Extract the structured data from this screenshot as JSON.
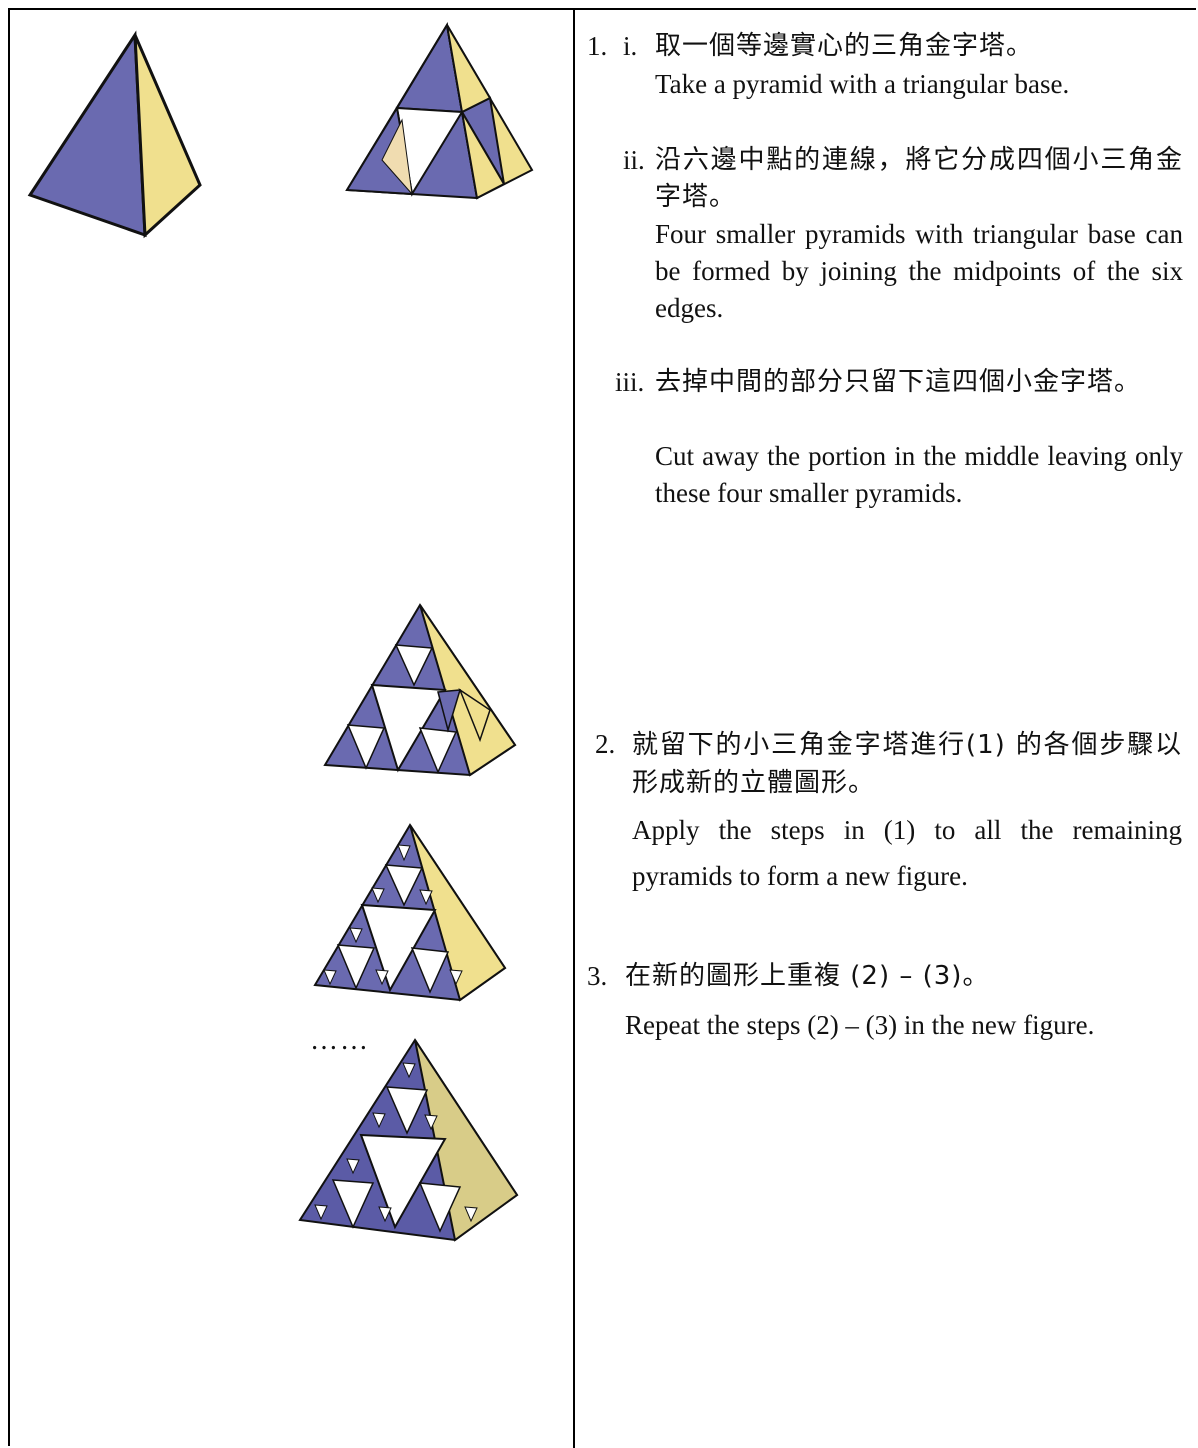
{
  "step1": {
    "number": "1.",
    "i": {
      "marker": "i.",
      "zh": "取一個等邊實心的三角金字塔。",
      "en": "Take a pyramid with a triangular base."
    },
    "ii": {
      "marker": "ii.",
      "zh": "沿六邊中點的連線，將它分成四個小三角金字塔。",
      "en": "Four smaller pyramids with triangular base can be formed by joining the midpoints of the six edges."
    },
    "iii": {
      "marker": "iii.",
      "zh": "去掉中間的部分只留下這四個小金字塔。",
      "en": "Cut away the portion in the middle leaving only these four smaller pyramids."
    }
  },
  "step2": {
    "number": "2.",
    "zh": "就留下的小三角金字塔進行(1) 的各個步驟以形成新的立體圖形。",
    "en": "Apply the steps in (1) to all the remaining pyramids  to form a new figure."
  },
  "step3": {
    "number": "3.",
    "zh": "在新的圖形上重複 (2) – (3)。",
    "en": "Repeat the steps (2) – (3) in the new figure."
  },
  "ellipsis": "……",
  "colors": {
    "face_left": "#6a6ab0",
    "face_right": "#f0e08e",
    "outline": "#111111"
  }
}
